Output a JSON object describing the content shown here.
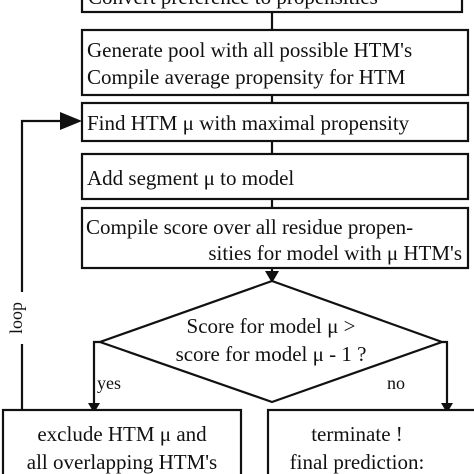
{
  "steps": {
    "top_partial": "Convert preference to propensities",
    "pool_line1": "Generate pool with all possible HTM's",
    "pool_line2": "Compile average propensity for HTM",
    "find": "Find HTM μ with maximal propensity",
    "add": "Add segment μ to model",
    "score_line1": "Compile score over all residue propen-",
    "score_line2": "sities for model with μ HTM's"
  },
  "decision": {
    "line1": "Score for model μ >",
    "line2": "score for model μ - 1 ?",
    "yes_label": "yes",
    "no_label": "no"
  },
  "loop_label": "loop",
  "exclude": {
    "line1": "exclude HTM μ and",
    "line2": "all overlapping HTM's"
  },
  "terminate": {
    "line1": "terminate !",
    "line2": "final prediction:"
  }
}
